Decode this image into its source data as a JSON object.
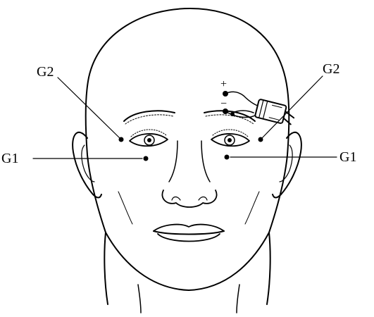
{
  "labels": {
    "g2_left": "G2",
    "g2_right": "G2",
    "g1_left": "G1",
    "g1_right": "G1",
    "plus": "+",
    "minus": "−"
  },
  "colors": {
    "ink": "#000000",
    "background": "#ffffff"
  }
}
